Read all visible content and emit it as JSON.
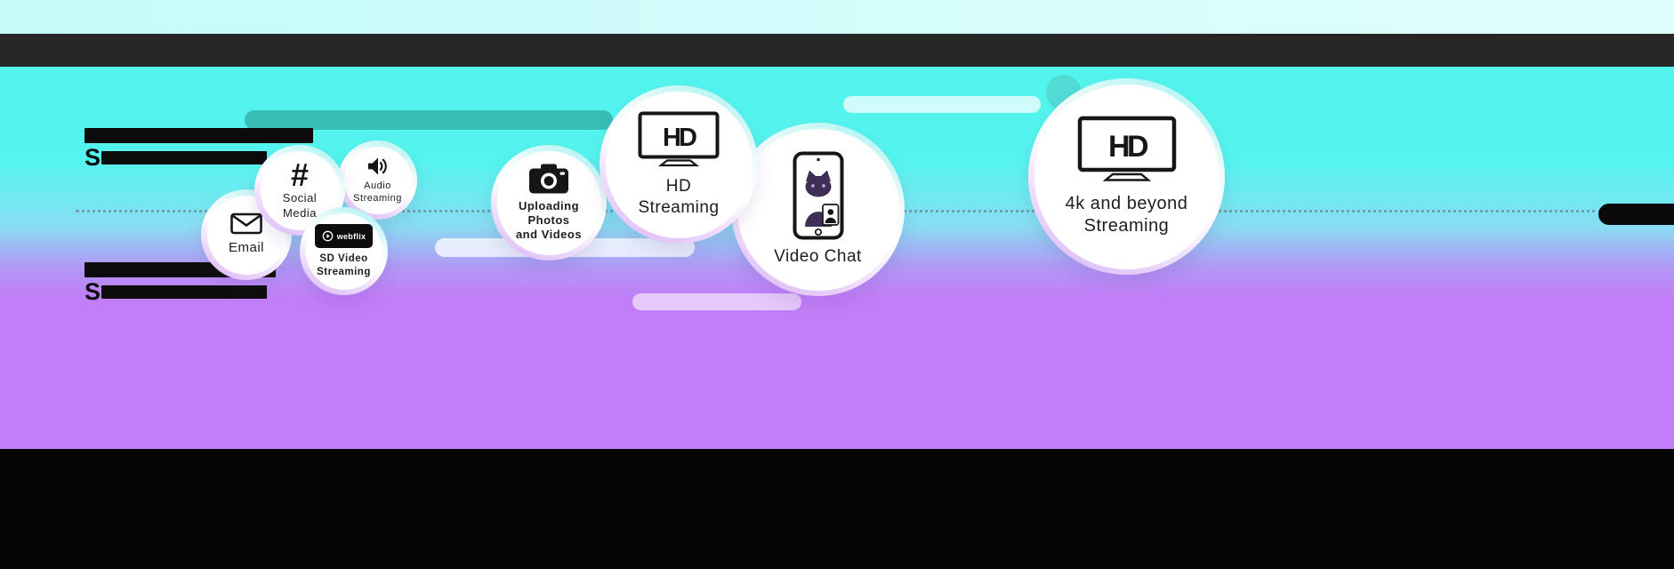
{
  "background": {
    "top_strip_color": "#cbfcfa",
    "header_bar_color": "#272727",
    "gradient_top": "#50f4ec",
    "gradient_mid": "#8adcf3",
    "gradient_bottom": "#c17ef8",
    "bottom_bar_color": "#050505",
    "dotted_line_color": "#6e6e6e",
    "accent_teal_pill": "rgba(30,135,128,0.5)",
    "accent_lavender_pill": "rgba(233,209,250,0.9)"
  },
  "redacted": {
    "block_a_prefix": "S",
    "block_b_prefix": "S"
  },
  "bubbles": {
    "email": {
      "label": "Email"
    },
    "social": {
      "glyph": "#",
      "line1": "Social",
      "line2": "Media"
    },
    "audio": {
      "line1": "Audio",
      "line2": "Streaming"
    },
    "sd": {
      "badge": "webflix",
      "line1": "SD Video",
      "line2": "Streaming"
    },
    "upload": {
      "line1": "Uploading Photos",
      "line2": "and Videos"
    },
    "hd": {
      "tv_text": "HD",
      "line1": "HD",
      "line2": "Streaming"
    },
    "videochat": {
      "label": "Video Chat"
    },
    "fourk": {
      "tv_text": "HD",
      "line1": "4k and beyond",
      "line2": "Streaming"
    }
  }
}
